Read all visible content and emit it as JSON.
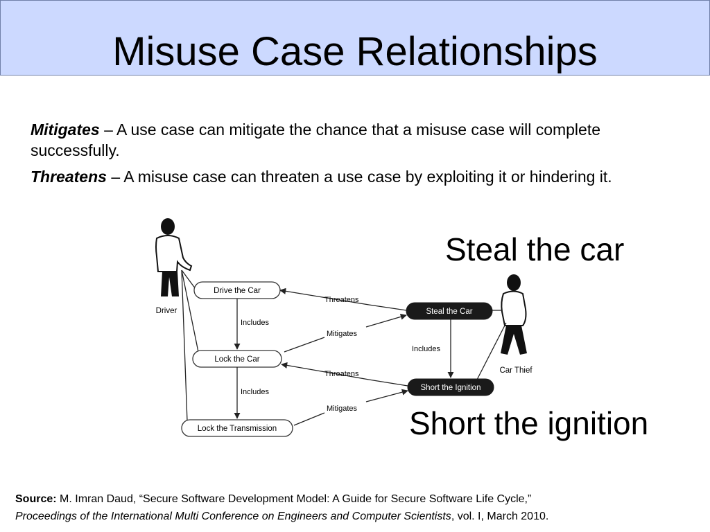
{
  "slide": {
    "title": "Misuse Case Relationships",
    "colors": {
      "title_bar": "#ccd9ff",
      "misuse_fill": "#1a1a1a"
    }
  },
  "definitions": [
    {
      "term": "Mitigates",
      "text": " – A use case can mitigate the chance that a misuse case will complete successfully."
    },
    {
      "term": "Threatens",
      "text": " – A misuse case can threaten a use case by exploiting it or hindering it."
    }
  ],
  "diagram": {
    "actors": {
      "driver": "Driver",
      "thief": "Car Thief"
    },
    "use_cases": {
      "drive": "Drive the Car",
      "lock": "Lock the Car",
      "transmission": "Lock the Transmission"
    },
    "misuse_cases": {
      "steal": "Steal the Car",
      "short": "Short the Ignition"
    },
    "relations": {
      "threatens": "Threatens",
      "mitigates": "Mitigates",
      "includes": "Includes"
    }
  },
  "callouts": {
    "steal": "Steal the car",
    "short": "Short the ignition"
  },
  "source": {
    "label": "Source:",
    "text": " M. Imran Daud, “Secure Software Development Model: A Guide for Secure Software Life Cycle,”",
    "journal": "Proceedings of the International Multi Conference on Engineers and Computer Scientists",
    "tail": ", vol. I, March 2010."
  }
}
